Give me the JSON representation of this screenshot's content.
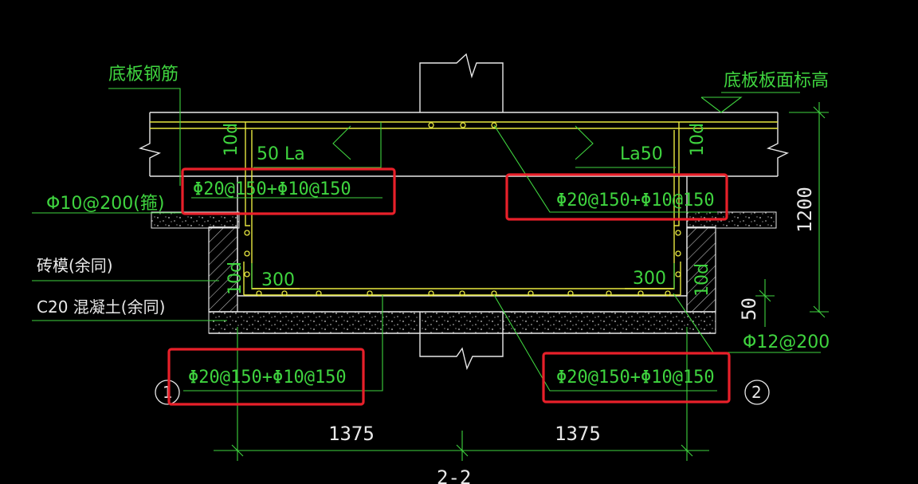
{
  "labels": {
    "bottom_slab_rebar": "底板钢筋",
    "slab_top_elevation": "底板板面标高",
    "stirrup": "Φ10@200(箍)",
    "brick_form": "砖模(余同)",
    "c20_concrete": "C20 混凝土(余同)",
    "ten_d_upper_left": "10d",
    "ten_d_upper_right": "10d",
    "ten_d_lower_left": "10d",
    "ten_d_lower_right": "10d",
    "anchor_left": "50 La",
    "anchor_right": "La50",
    "hook_left": "300",
    "hook_right": "300",
    "top_rebar_left": "Φ20@150+Φ10@150",
    "top_rebar_right": "Φ20@150+Φ10@150",
    "bottom_rebar_left": "Φ20@150+Φ10@150",
    "bottom_rebar_right": "Φ20@150+Φ10@150",
    "cushion_rebar": "Φ12@200",
    "dim_height": "1200",
    "dim_cushion": "50",
    "dim_left": "1375",
    "dim_right": "1375",
    "axis_left": "1",
    "axis_right": "2",
    "section_mark": "2-2"
  },
  "colors": {
    "background": "#000000",
    "concrete": "#e8e8e8",
    "rebar": "#e8e840",
    "text_green": "#3fd43f",
    "leader": "#3fd43f",
    "highlight": "#e8202a",
    "hatch": "#b8b8b8"
  }
}
